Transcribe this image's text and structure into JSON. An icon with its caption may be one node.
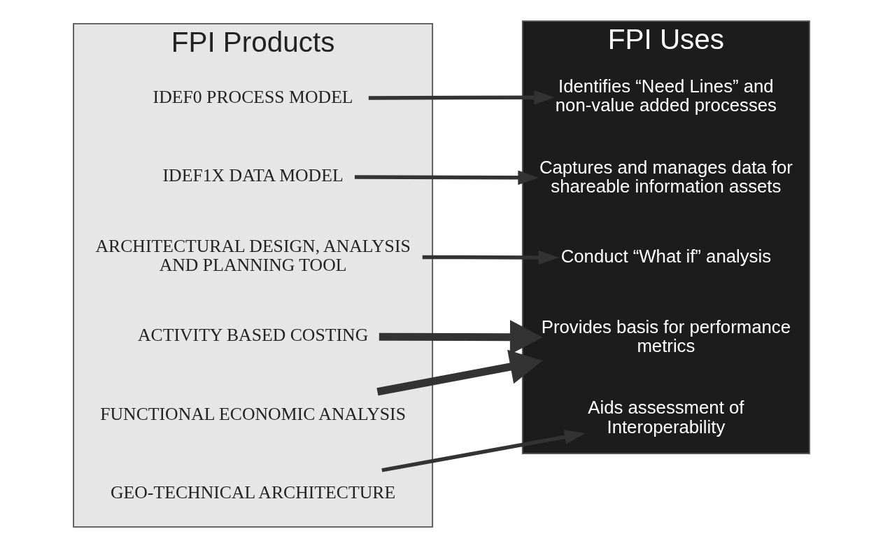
{
  "diagram": {
    "nodes": [
      {
        "text": [
          "FPI Products"
        ]
      },
      {
        "text": [
          "FPI Uses"
        ]
      },
      {
        "text": [
          "IDEF0 PROCESS MODEL"
        ],
        "in": 0
      },
      {
        "text": [
          "IDEF1X DATA MODEL"
        ],
        "in": 0
      },
      {
        "text": [
          "ARCHITECTURAL DESIGN, ANALYSIS AND PLANNING TOOL"
        ],
        "in": 0
      },
      {
        "text": [
          "ACTIVITY BASED COSTING"
        ],
        "in": 0
      },
      {
        "text": [
          "FUNCTIONAL ECONOMIC ANALYSIS"
        ],
        "in": 0
      },
      {
        "text": [
          "GEO-TECHNICAL ARCHITECTURE"
        ],
        "in": 0
      },
      {
        "text": [
          "Identifies “Need Lines” and non-value added processes"
        ],
        "in": 1
      },
      {
        "text": [
          "Captures and manages data for shareable information assets"
        ],
        "in": 1
      },
      {
        "text": [
          "Conduct “What if” analysis"
        ],
        "in": 1
      },
      {
        "text": [
          "Provides basis for performance metrics"
        ],
        "in": 1
      },
      {
        "text": [
          "Aids assessment of Interoperability"
        ],
        "in": 1
      }
    ],
    "edges": [
      {
        "from": 2,
        "to": 8,
        "arrow": "to"
      },
      {
        "from": 3,
        "to": 9,
        "arrow": "to"
      },
      {
        "from": 4,
        "to": 10,
        "arrow": "to"
      },
      {
        "from": 5,
        "to": 11,
        "arrow": "to",
        "style": "thick"
      },
      {
        "from": 6,
        "to": 11,
        "arrow": "to",
        "style": "thick"
      },
      {
        "from": 7,
        "to": 12,
        "arrow": "to"
      }
    ]
  }
}
